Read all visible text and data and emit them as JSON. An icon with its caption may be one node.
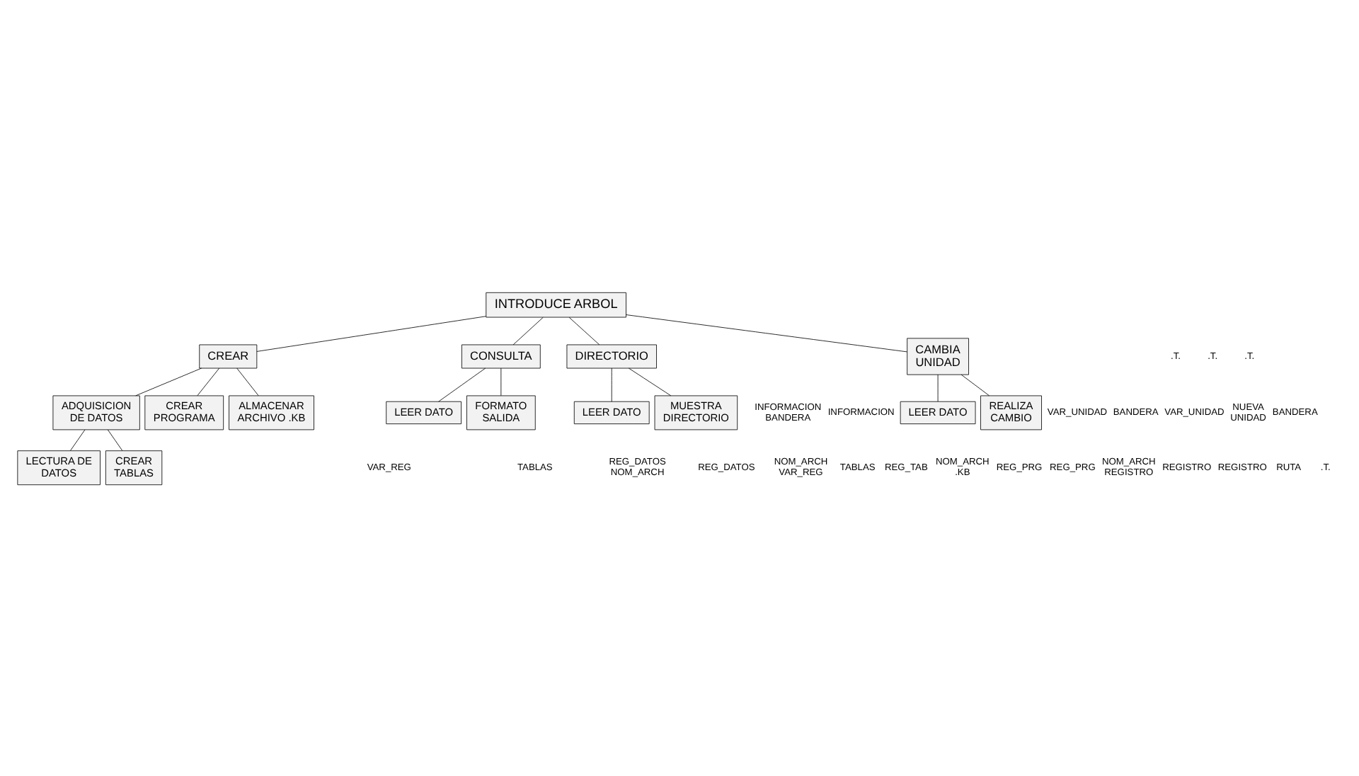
{
  "diagram": {
    "nodes": [
      {
        "text": [
          "INTRODUCE ARBOL"
        ]
      },
      {
        "text": [
          "CREAR"
        ]
      },
      {
        "text": [
          "CONSULTA"
        ]
      },
      {
        "text": [
          "DIRECTORIO"
        ]
      },
      {
        "text": [
          "CAMBIA UNIDAD"
        ]
      },
      {
        "text": [
          "ADQUISICION DE DATOS"
        ]
      },
      {
        "text": [
          "CREAR PROGRAMA"
        ]
      },
      {
        "text": [
          "ALMACENAR ARCHIVO .KB"
        ]
      },
      {
        "text": [
          "LEER DATO"
        ]
      },
      {
        "text": [
          "FORMATO SALIDA"
        ]
      },
      {
        "text": [
          "LEER DATO"
        ]
      },
      {
        "text": [
          "MUESTRA DIRECTORIO"
        ]
      },
      {
        "text": [
          "LEER DATO"
        ]
      },
      {
        "text": [
          "REALIZA CAMBIO"
        ]
      },
      {
        "text": [
          "LECTURA DE DATOS"
        ]
      },
      {
        "text": [
          "CREAR TABLAS"
        ]
      }
    ],
    "edges": [
      {
        "from": 0,
        "to": 1,
        "arrow": "none"
      },
      {
        "from": 0,
        "to": 2,
        "arrow": "none"
      },
      {
        "from": 0,
        "to": 3,
        "arrow": "none"
      },
      {
        "from": 0,
        "to": 4,
        "arrow": "none"
      },
      {
        "from": 1,
        "to": 5,
        "arrow": "none"
      },
      {
        "from": 1,
        "to": 6,
        "arrow": "none"
      },
      {
        "from": 1,
        "to": 7,
        "arrow": "none"
      },
      {
        "from": 2,
        "to": 8,
        "arrow": "none"
      },
      {
        "from": 2,
        "to": 9,
        "arrow": "none"
      },
      {
        "from": 3,
        "to": 10,
        "arrow": "none"
      },
      {
        "from": 3,
        "to": 11,
        "arrow": "none"
      },
      {
        "from": 4,
        "to": 12,
        "arrow": "none"
      },
      {
        "from": 4,
        "to": 13,
        "arrow": "none"
      },
      {
        "from": 5,
        "to": 14,
        "arrow": "none"
      },
      {
        "from": 5,
        "to": 15,
        "arrow": "none"
      }
    ],
    "labels": [
      ".T.",
      ".T.",
      ".T.",
      ".T.",
      "NOM_ARCH VAR_REG",
      "TABLAS",
      "REG_TAB",
      "NOM_ARCH .KB",
      "REG_PRG",
      "REG_PRG",
      "NOM_ARCH REGISTRO",
      "REGISTRO",
      "REGISTRO",
      "RUTA",
      "INFORMACION BANDERA",
      "INFORMACION",
      "VAR_UNIDAD",
      "BANDERA",
      "VAR_UNIDAD",
      "NUEVA UNIDAD",
      "BANDERA",
      "VAR_REG",
      "TABLAS",
      "REG_DATOS NOM_ARCH",
      "REG_DATOS"
    ]
  }
}
